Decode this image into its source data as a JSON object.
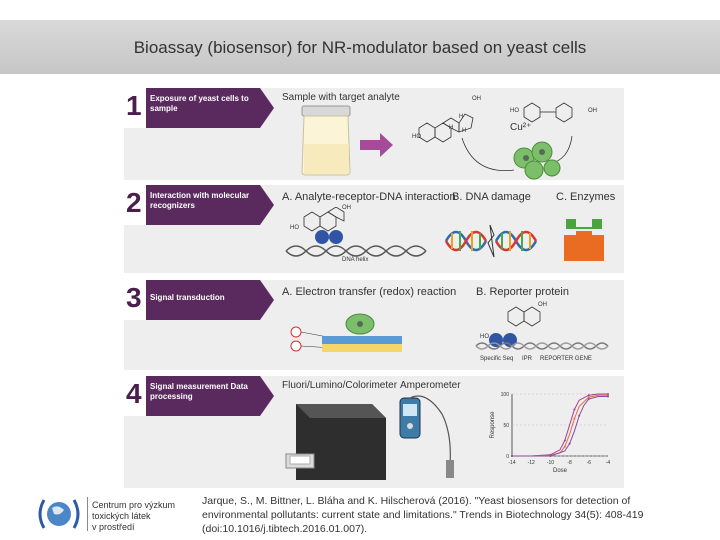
{
  "slide": {
    "title": "Bioassay (biosensor) for NR-modulator based on yeast cells",
    "citation": "Jarque, S., M. Bittner, L. Bláha and K. Hilscherová (2016). \"Yeast biosensors for detection of environmental pollutants: current state and limitations.\" Trends in Biotechnology 34(5): 408-419 (doi:10.1016/j.tibtech.2016.01.007).",
    "logo": {
      "line1": "Centrum pro výzkum",
      "line2": "toxických látek",
      "line3": "v prostředí"
    }
  },
  "figure": {
    "colors": {
      "step_bar": "#5a2a5e",
      "row_bg": "#eeeeee",
      "arrow": "#a44c9a",
      "cell": "#7cbf6a",
      "enzyme": "#ea6b22",
      "substrate": "#4aa53f",
      "electrode": "#5b9bd5",
      "gold": "#f5d66b"
    },
    "steps": [
      {
        "num": "1",
        "label": "Exposure of yeast cells to sample",
        "header": "Sample with target analyte",
        "ion": "Cu²⁺",
        "hydroxyls": [
          "OH",
          "HO",
          "HO",
          "OH"
        ],
        "hydrogens": [
          "H",
          "H",
          "H"
        ]
      },
      {
        "num": "2",
        "label": "Interaction with molecular recognizers",
        "a": "A. Analyte-receptor-DNA interaction",
        "b": "B. DNA damage",
        "c": "C. Enzymes",
        "dna_label": "DNA helix",
        "hydroxyls": [
          "OH",
          "HO"
        ]
      },
      {
        "num": "3",
        "label": "Signal transduction",
        "a": "A. Electron transfer (redox) reaction",
        "b": "B. Reporter protein",
        "seq_labels": [
          "Specific Seq",
          "IPR",
          "REPORTER GENE"
        ],
        "hydroxyls": [
          "OH",
          "HO"
        ]
      },
      {
        "num": "4",
        "label": "Signal measurement Data processing",
        "method1": "Fluori/Lumino/Colorimeter",
        "method2": "Amperometer"
      }
    ]
  },
  "chart_data": {
    "type": "line",
    "xlabel": "Dose",
    "ylabel": "Response",
    "xlim": [
      -14,
      -4
    ],
    "ylim": [
      0,
      100
    ],
    "x_ticks": [
      "-14",
      "-12",
      "-10",
      "-8",
      "-6",
      "-4"
    ],
    "y_ticks": [
      "0",
      "50",
      "100"
    ],
    "series": [
      {
        "color": "#b03a8c",
        "x": [
          -14,
          -12,
          -10,
          -9,
          -8.5,
          -8,
          -7.5,
          -7,
          -6,
          -5,
          -4
        ],
        "y": [
          0,
          0,
          2,
          10,
          25,
          50,
          75,
          90,
          98,
          100,
          100
        ]
      },
      {
        "color": "#e0704a",
        "x": [
          -14,
          -12,
          -10,
          -9,
          -8.5,
          -8,
          -7.5,
          -7,
          -6,
          -5,
          -4
        ],
        "y": [
          0,
          0,
          1,
          5,
          15,
          35,
          60,
          80,
          95,
          98,
          98
        ]
      },
      {
        "color": "#8a4aa0",
        "x": [
          -14,
          -12,
          -10,
          -8.5,
          -8,
          -7.5,
          -7,
          -6.5,
          -6,
          -5,
          -4
        ],
        "y": [
          0,
          0,
          0,
          8,
          20,
          40,
          65,
          82,
          92,
          96,
          96
        ]
      }
    ]
  }
}
